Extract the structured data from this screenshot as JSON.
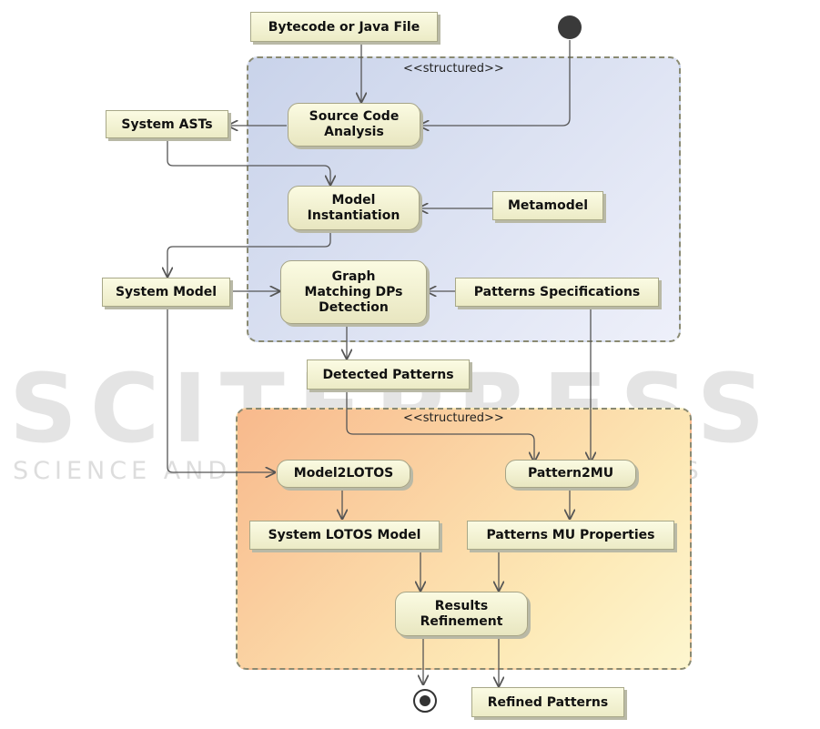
{
  "watermark": {
    "main": "SCITEPRESS",
    "sub": "SCIENCE AND TECHNOLOGY PUBLICATIONS"
  },
  "regions": {
    "top_stereotype": "<<structured>>",
    "bottom_stereotype": "<<structured>>"
  },
  "objects": {
    "bytecode": "Bytecode or Java File",
    "system_asts": "System ASTs",
    "metamodel": "Metamodel",
    "system_model": "System Model",
    "patterns_specs": "Patterns Specifications",
    "detected_patterns": "Detected Patterns",
    "system_lotos_model": "System LOTOS Model",
    "patterns_mu_properties": "Patterns MU Properties",
    "refined_patterns": "Refined Patterns"
  },
  "actions": {
    "source_code_analysis": "Source Code\nAnalysis",
    "model_instantiation": "Model\nInstantiation",
    "graph_matching": "Graph\nMatching DPs\nDetection",
    "model2lotos": "Model2LOTOS",
    "pattern2mu": "Pattern2MU",
    "results_refinement": "Results\nRefinement"
  },
  "colors": {
    "top_region": "#c9d3ea",
    "bottom_region": "#f8b98c",
    "node_fill": "#f5f4d4",
    "edge": "#555555"
  }
}
